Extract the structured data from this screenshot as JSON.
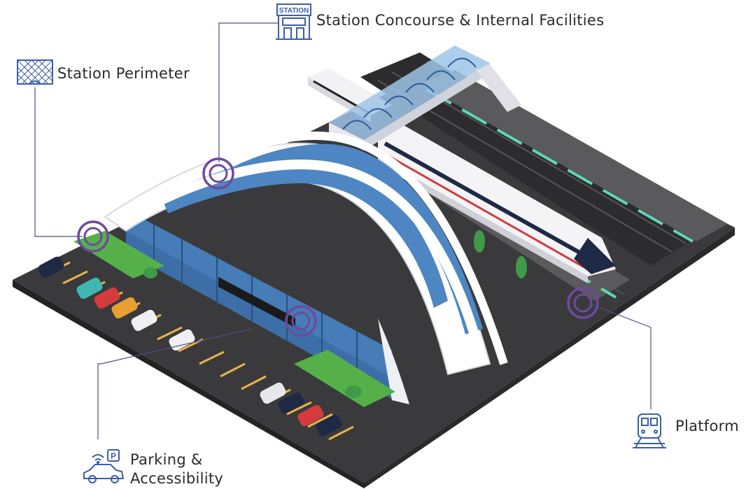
{
  "labels": {
    "concourse": "Station Concourse  & Internal Facilities",
    "perimeter": "Station Perimeter",
    "platform": "Platform",
    "parking_line1": "Parking &",
    "parking_line2": "Accessibility"
  },
  "signs": {
    "station_icon_text": "STATION",
    "parking_icon_text": "P"
  },
  "icons": [
    "station-icon",
    "fence-icon",
    "train-icon",
    "car-parking-icon",
    "wifi-icon"
  ],
  "colors": {
    "line": "#4a4f86",
    "marker": "#6e4a9c",
    "icon": "#3d5ea8",
    "roof_glass": "#4d86c2",
    "ground": "#3a3a3c",
    "grass": "#55b04a",
    "platform_stripe": "#5fd6b8"
  }
}
